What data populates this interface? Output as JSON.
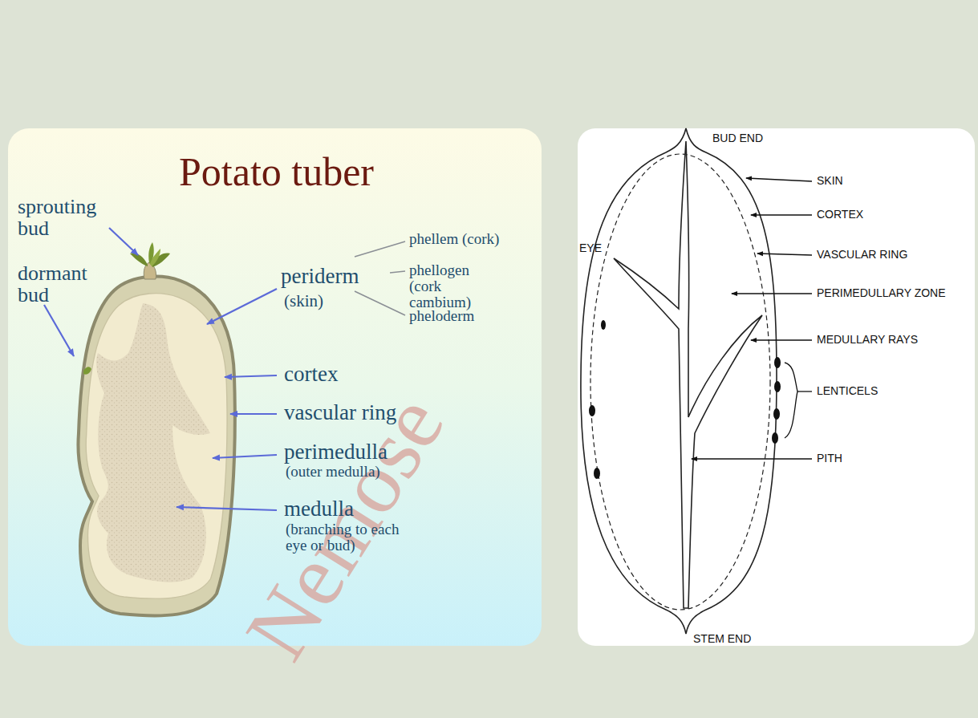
{
  "diagram": {
    "title": "Potato tuber",
    "labels": [
      "sprouting bud",
      "dormant bud",
      "periderm",
      "(skin)",
      "phellem (cork)",
      "phellogen (cork cambium)",
      "pheloderm",
      "cortex",
      "vascular ring",
      "perimedulla",
      "(outer medulla)",
      "medulla",
      "(branching to each eye or bud)",
      "Nemose",
      "BUD END",
      "EYE",
      "SKIN",
      "CORTEX",
      "VASCULAR RING",
      "PERIMEDULLARY ZONE",
      "MEDULLARY RAYS",
      "LENTICELS",
      "PITH",
      "STEM END"
    ]
  }
}
